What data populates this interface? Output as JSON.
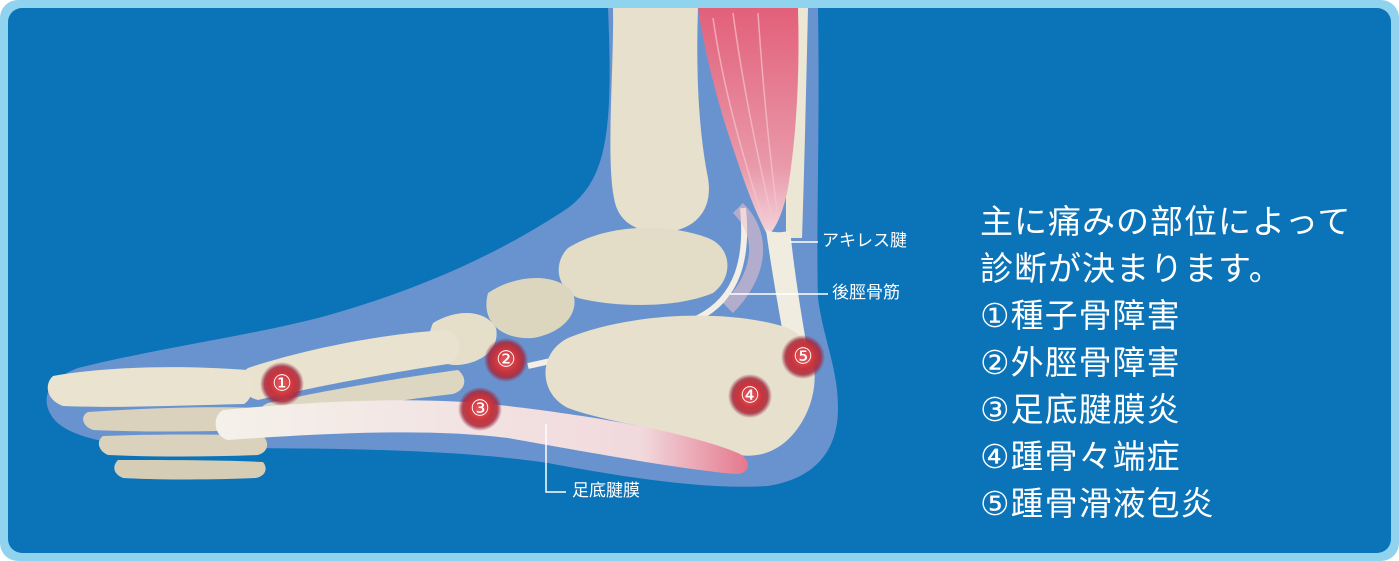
{
  "labels": {
    "achilles": "アキレス腱",
    "tibialis_posterior": "後脛骨筋",
    "plantar_fascia": "足底腱膜"
  },
  "markers": [
    "①",
    "②",
    "③",
    "④",
    "⑤"
  ],
  "caption": {
    "intro_line1": "主に痛みの部位によって",
    "intro_line2": "診断が決まります。",
    "items": [
      "①種子骨障害",
      "②外脛骨障害",
      "③足底腱膜炎",
      "④踵骨々端症",
      "⑤踵骨滑液包炎"
    ]
  },
  "colors": {
    "frame": "#8fd3ef",
    "background": "#0b73b8",
    "bone": "#e6e0cc",
    "muscle": "#e07a90",
    "marker": "#c8343c"
  }
}
